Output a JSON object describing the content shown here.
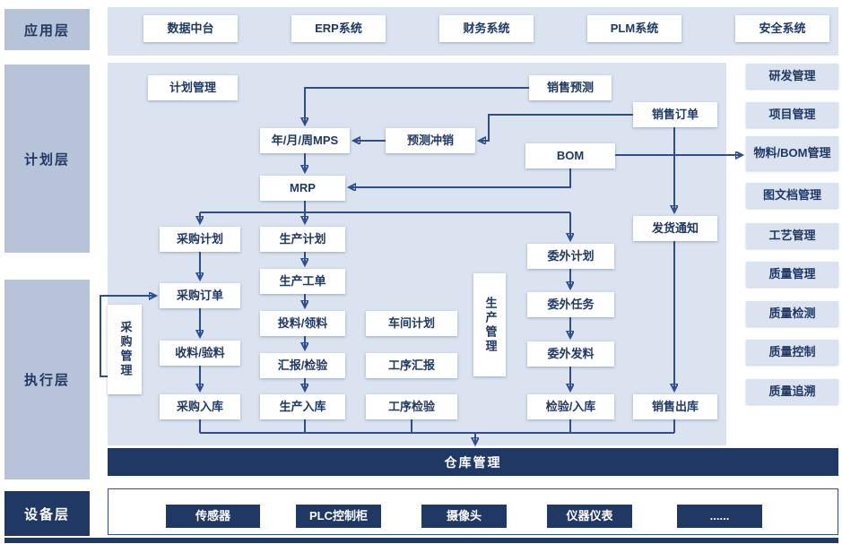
{
  "colors": {
    "navy": "#1f3864",
    "band_blue": "#dbe3f1",
    "label_blue": "#b7c3d9",
    "arrow_blue": "#2f4d8f",
    "box_white": "#ffffff"
  },
  "layers": {
    "application": "应用层",
    "planning": "计划层",
    "execution": "执行层",
    "device": "设备层"
  },
  "application": {
    "systems": [
      "数据中台",
      "ERP系统",
      "财务系统",
      "PLM系统",
      "安全系统"
    ]
  },
  "planning": {
    "plan_mgmt": "计划管理",
    "sales_forecast": "销售预测",
    "sales_order": "销售订单",
    "mps": "年/月/周MPS",
    "forecast_netting": "预测冲销",
    "bom": "BOM",
    "mrp": "MRP"
  },
  "right_column": {
    "items": [
      "研发管理",
      "项目管理",
      "物料/BOM管理",
      "图文档管理",
      "工艺管理",
      "质量管理",
      "质量检测",
      "质量控制",
      "质量追溯"
    ]
  },
  "execution": {
    "purchase_plan": "采购计划",
    "production_plan": "生产计划",
    "outsource_plan": "委外计划",
    "delivery_notice": "发货通知",
    "purchase_order": "采购订单",
    "production_order": "生产工单",
    "outsource_task": "委外任务",
    "purchase_mgmt": "采购管理",
    "material_issue": "投料/领料",
    "workshop_plan": "车间计划",
    "production_mgmt": "生产管理",
    "outsource_issue": "委外发料",
    "receive_inspect": "收料/验料",
    "report_inspect": "汇报/检验",
    "process_report": "工序汇报",
    "purchase_inbound": "采购入库",
    "production_inbound": "生产入库",
    "process_inspect": "工序检验",
    "inspect_inbound": "检验/入库",
    "sales_outbound": "销售出库"
  },
  "warehouse": {
    "label": "仓库管理"
  },
  "devices": {
    "items": [
      "传感器",
      "PLC控制柜",
      "摄像头",
      "仪器仪表",
      "......"
    ]
  }
}
